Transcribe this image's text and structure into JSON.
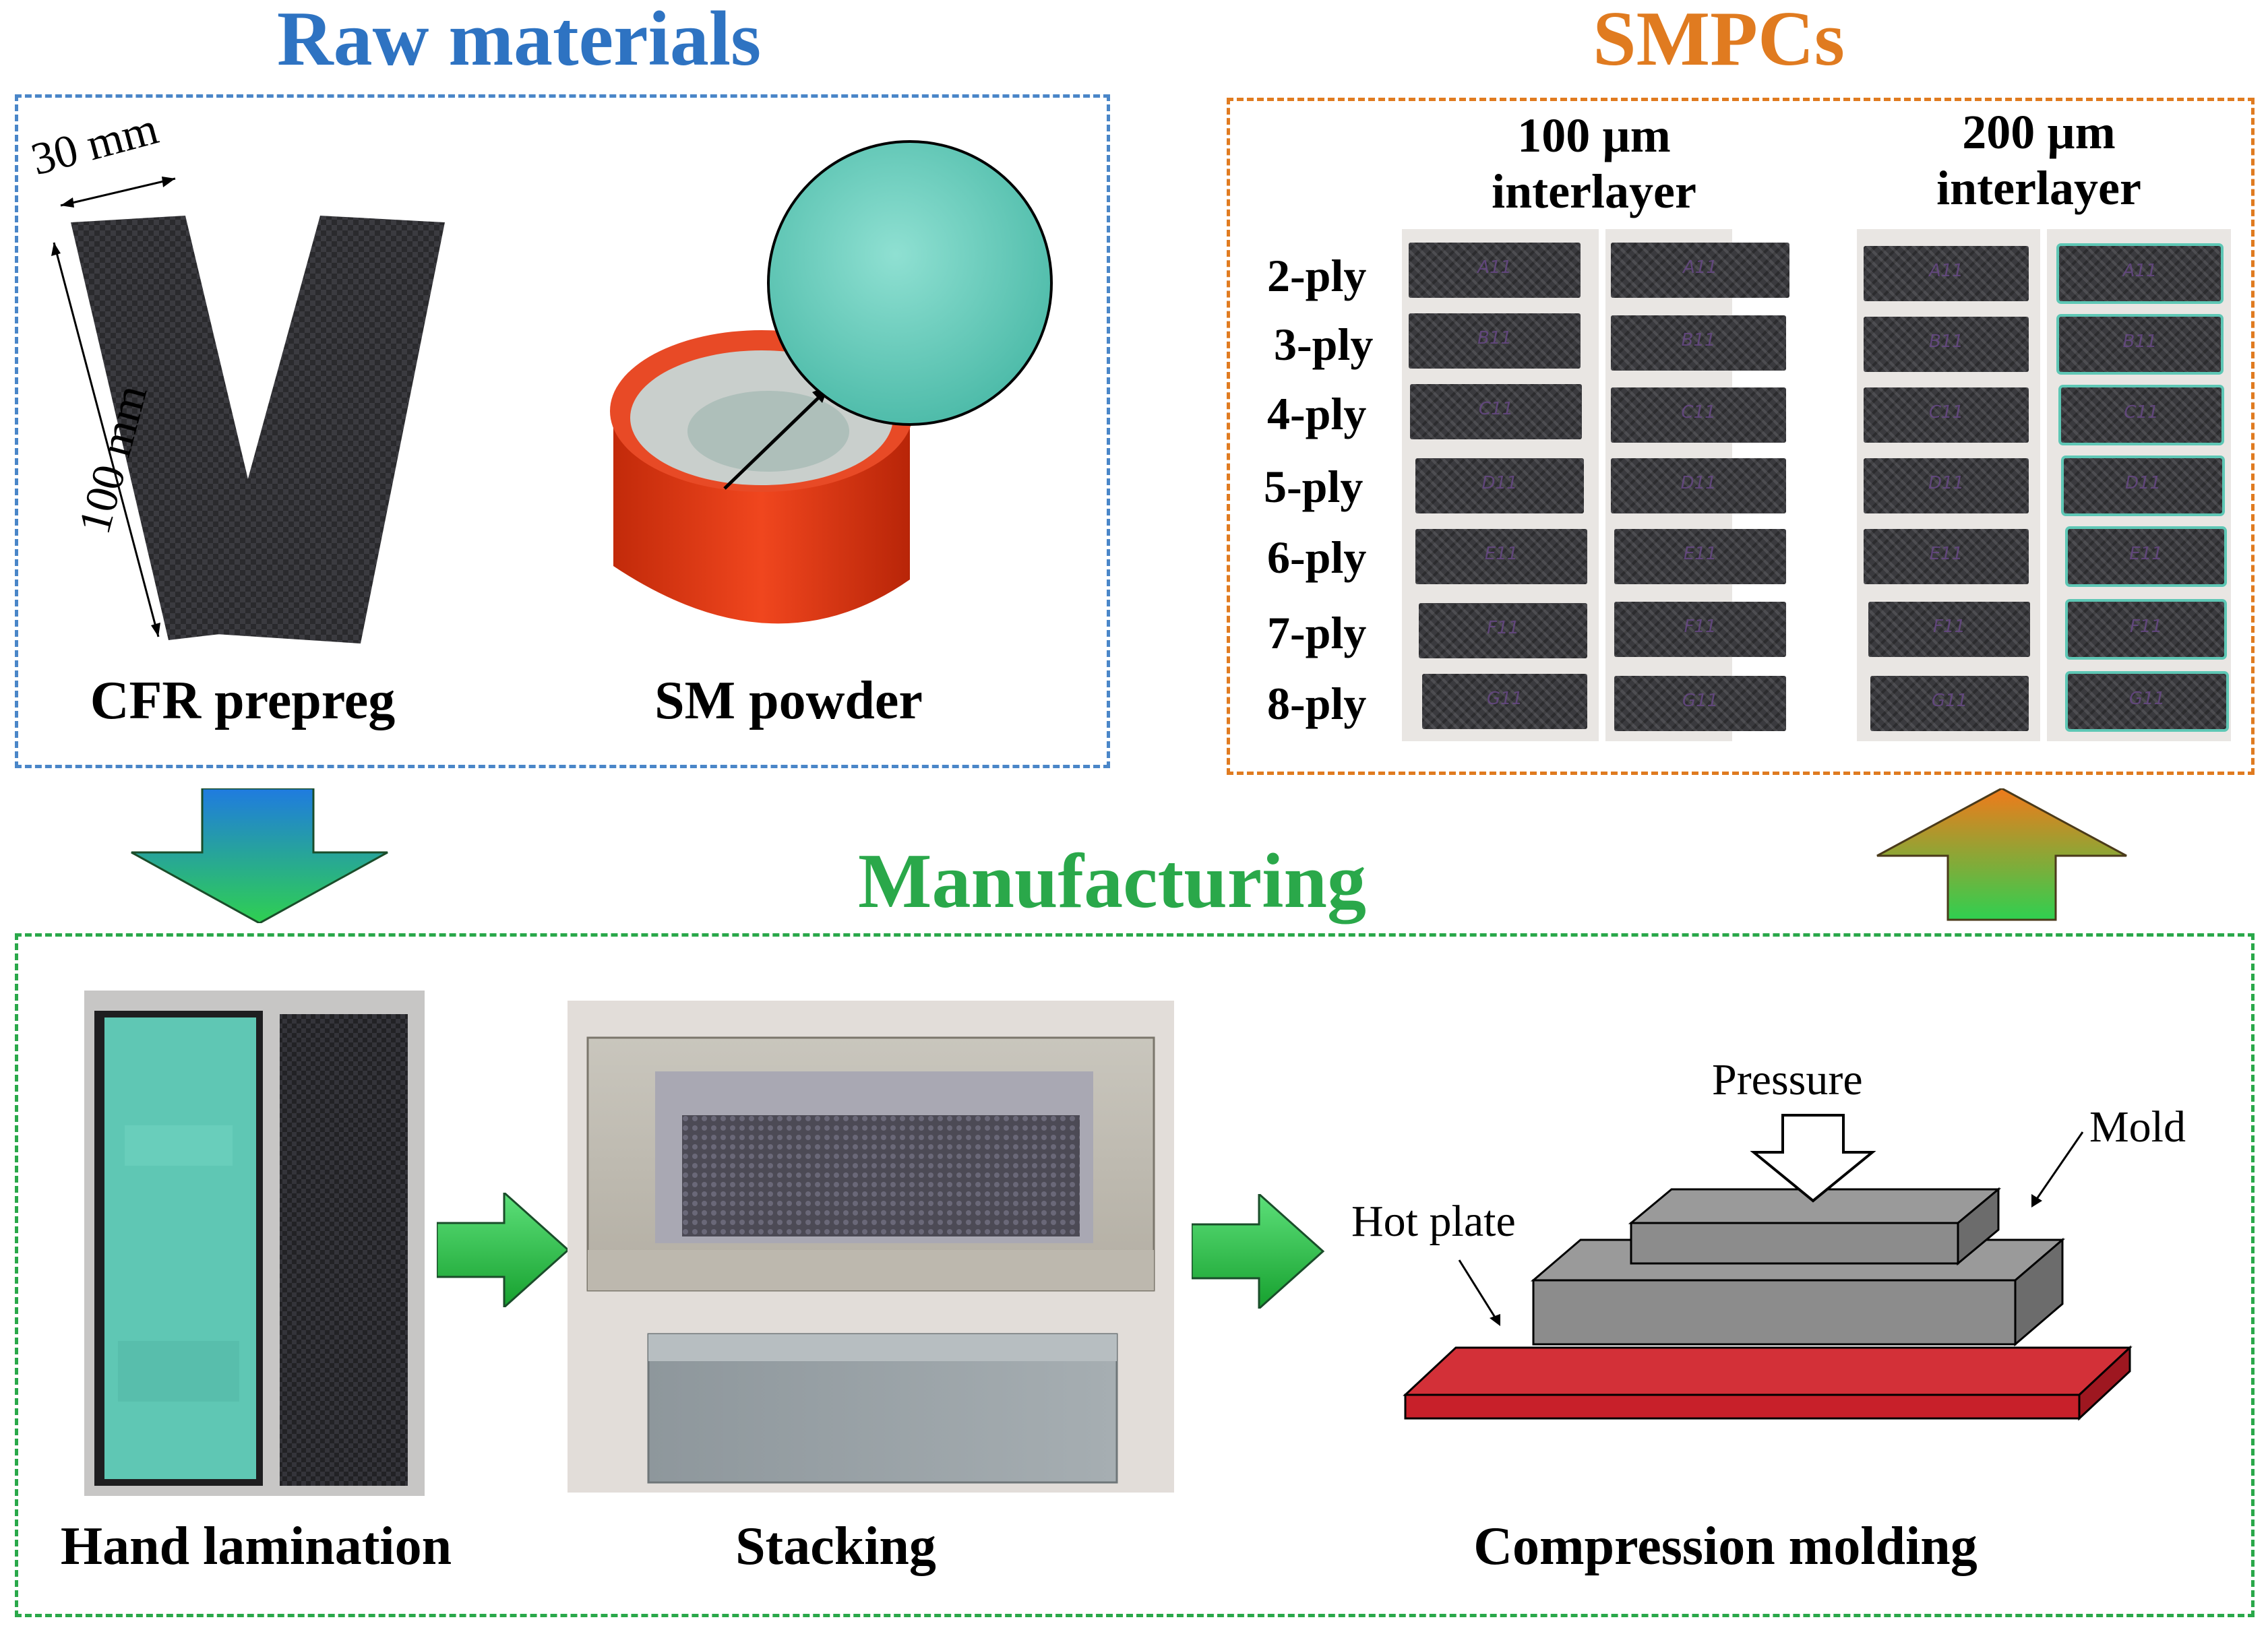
{
  "raw_materials": {
    "title": "Raw materials",
    "title_color": "#2e73c2",
    "cfr_caption": "CFR prepreg",
    "sm_caption": "SM powder",
    "dim_width": "30 mm",
    "dim_length": "100 mm"
  },
  "smpcs": {
    "title": "SMPCs",
    "title_color": "#e07b20",
    "col1_label_line1": "100 µm",
    "col1_label_line2": "interlayer",
    "col2_label_line1": "200 µm",
    "col2_label_line2": "interlayer",
    "rows": [
      {
        "ply": "2-ply",
        "code": "A11"
      },
      {
        "ply": "3-ply",
        "code": "B11"
      },
      {
        "ply": "4-ply",
        "code": "C11"
      },
      {
        "ply": "5-ply",
        "code": "D11"
      },
      {
        "ply": "6-ply",
        "code": "E11"
      },
      {
        "ply": "7-ply",
        "code": "F11"
      },
      {
        "ply": "8-ply",
        "code": "G11"
      }
    ]
  },
  "manufacturing": {
    "title": "Manufacturing",
    "title_color": "#2aa84a",
    "step1": "Hand lamination",
    "step2": "Stacking",
    "step3": "Compression molding",
    "pressure_label": "Pressure",
    "mold_label": "Mold",
    "hot_plate_label": "Hot plate"
  },
  "colors": {
    "teal": "#5ec7b5",
    "red_cap": "#e23a16",
    "hot_plate": "#c8202a",
    "mold_grey": "#8c8c8c"
  }
}
